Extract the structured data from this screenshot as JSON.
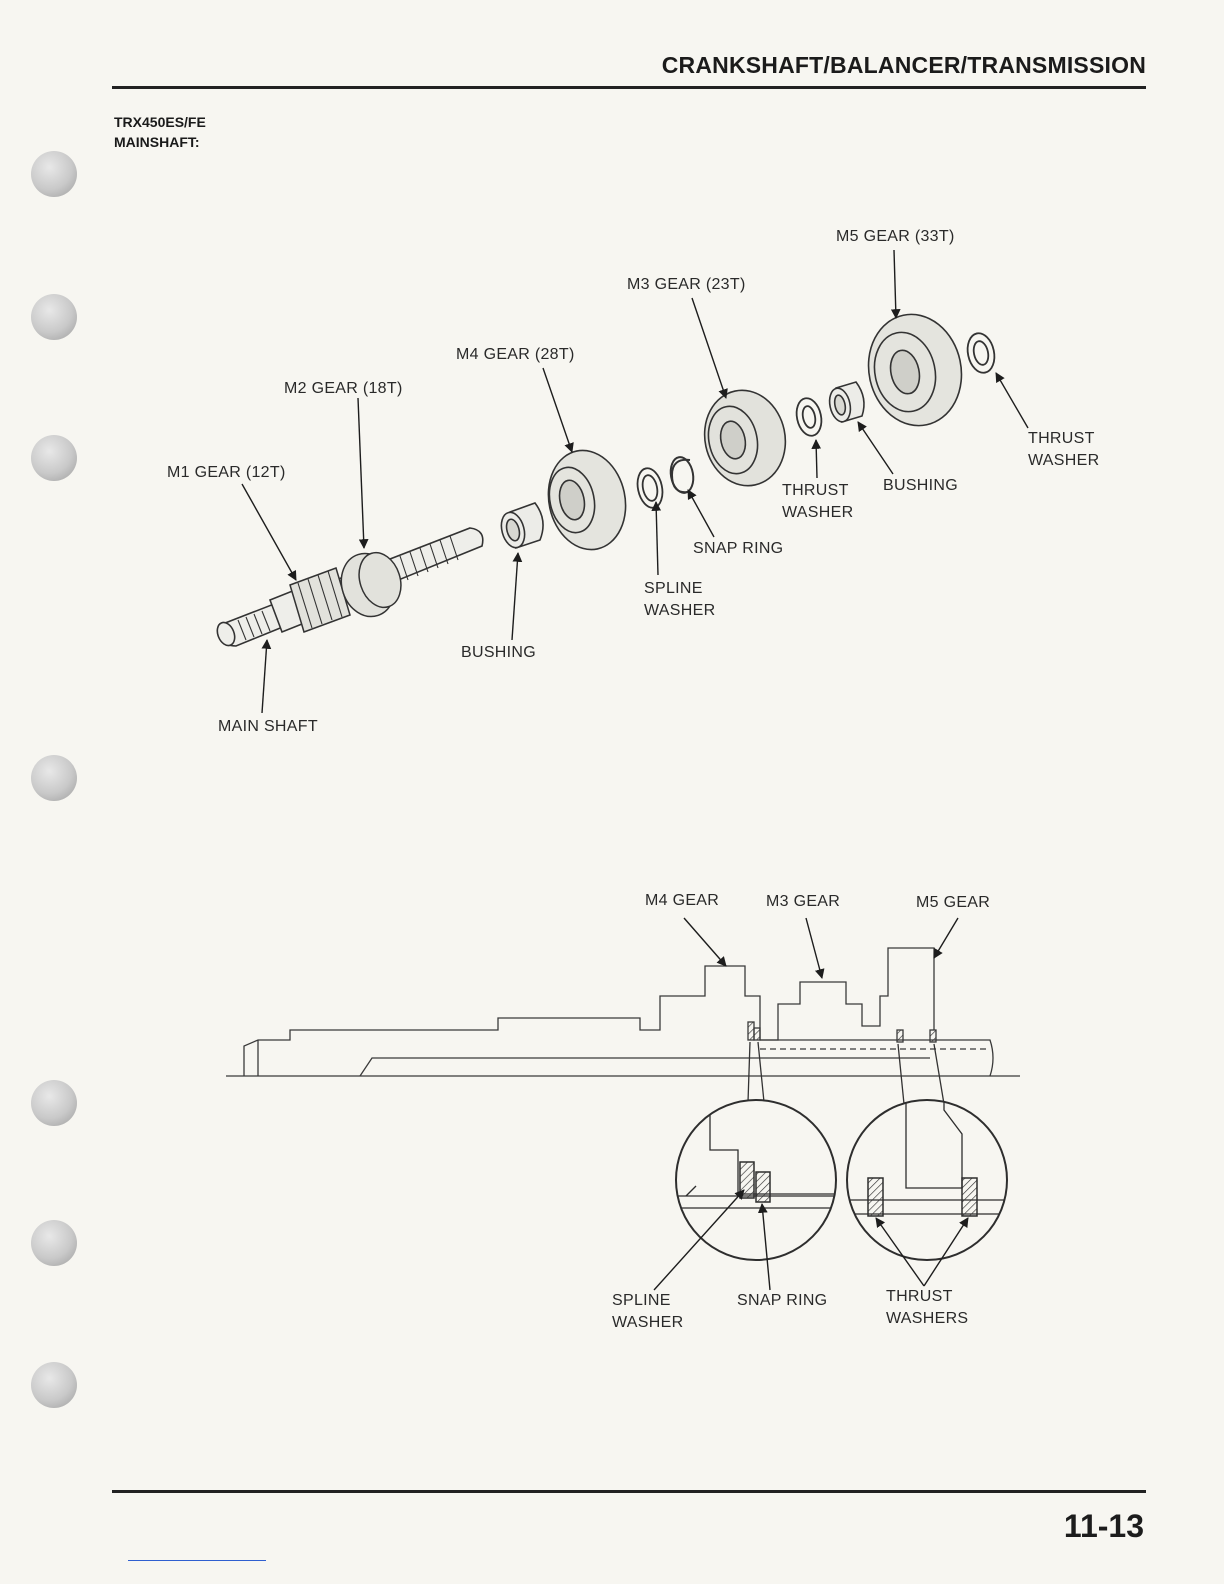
{
  "header": {
    "title": "CRANKSHAFT/BALANCER/TRANSMISSION"
  },
  "section": {
    "model": "TRX450ES/FE",
    "name": "MAINSHAFT:"
  },
  "exploded_view": {
    "labels": {
      "m1_gear": "M1 GEAR (12T)",
      "m2_gear": "M2 GEAR (18T)",
      "m4_gear": "M4 GEAR (28T)",
      "m3_gear": "M3 GEAR (23T)",
      "m5_gear": "M5 GEAR (33T)",
      "main_shaft": "MAIN SHAFT",
      "bushing_1": "BUSHING",
      "spline_washer": [
        "SPLINE",
        "WASHER"
      ],
      "snap_ring": "SNAP RING",
      "thrust_washer_1": [
        "THRUST",
        "WASHER"
      ],
      "bushing_2": "BUSHING",
      "thrust_washer_2": [
        "THRUST",
        "WASHER"
      ]
    }
  },
  "cross_section": {
    "labels": {
      "m4_gear": "M4 GEAR",
      "m3_gear": "M3 GEAR",
      "m5_gear": "M5 GEAR",
      "spline_washer": [
        "SPLINE",
        "WASHER"
      ],
      "snap_ring": "SNAP RING",
      "thrust_washers": [
        "THRUST",
        "WASHERS"
      ]
    }
  },
  "footer": {
    "page_number": "11-13"
  }
}
